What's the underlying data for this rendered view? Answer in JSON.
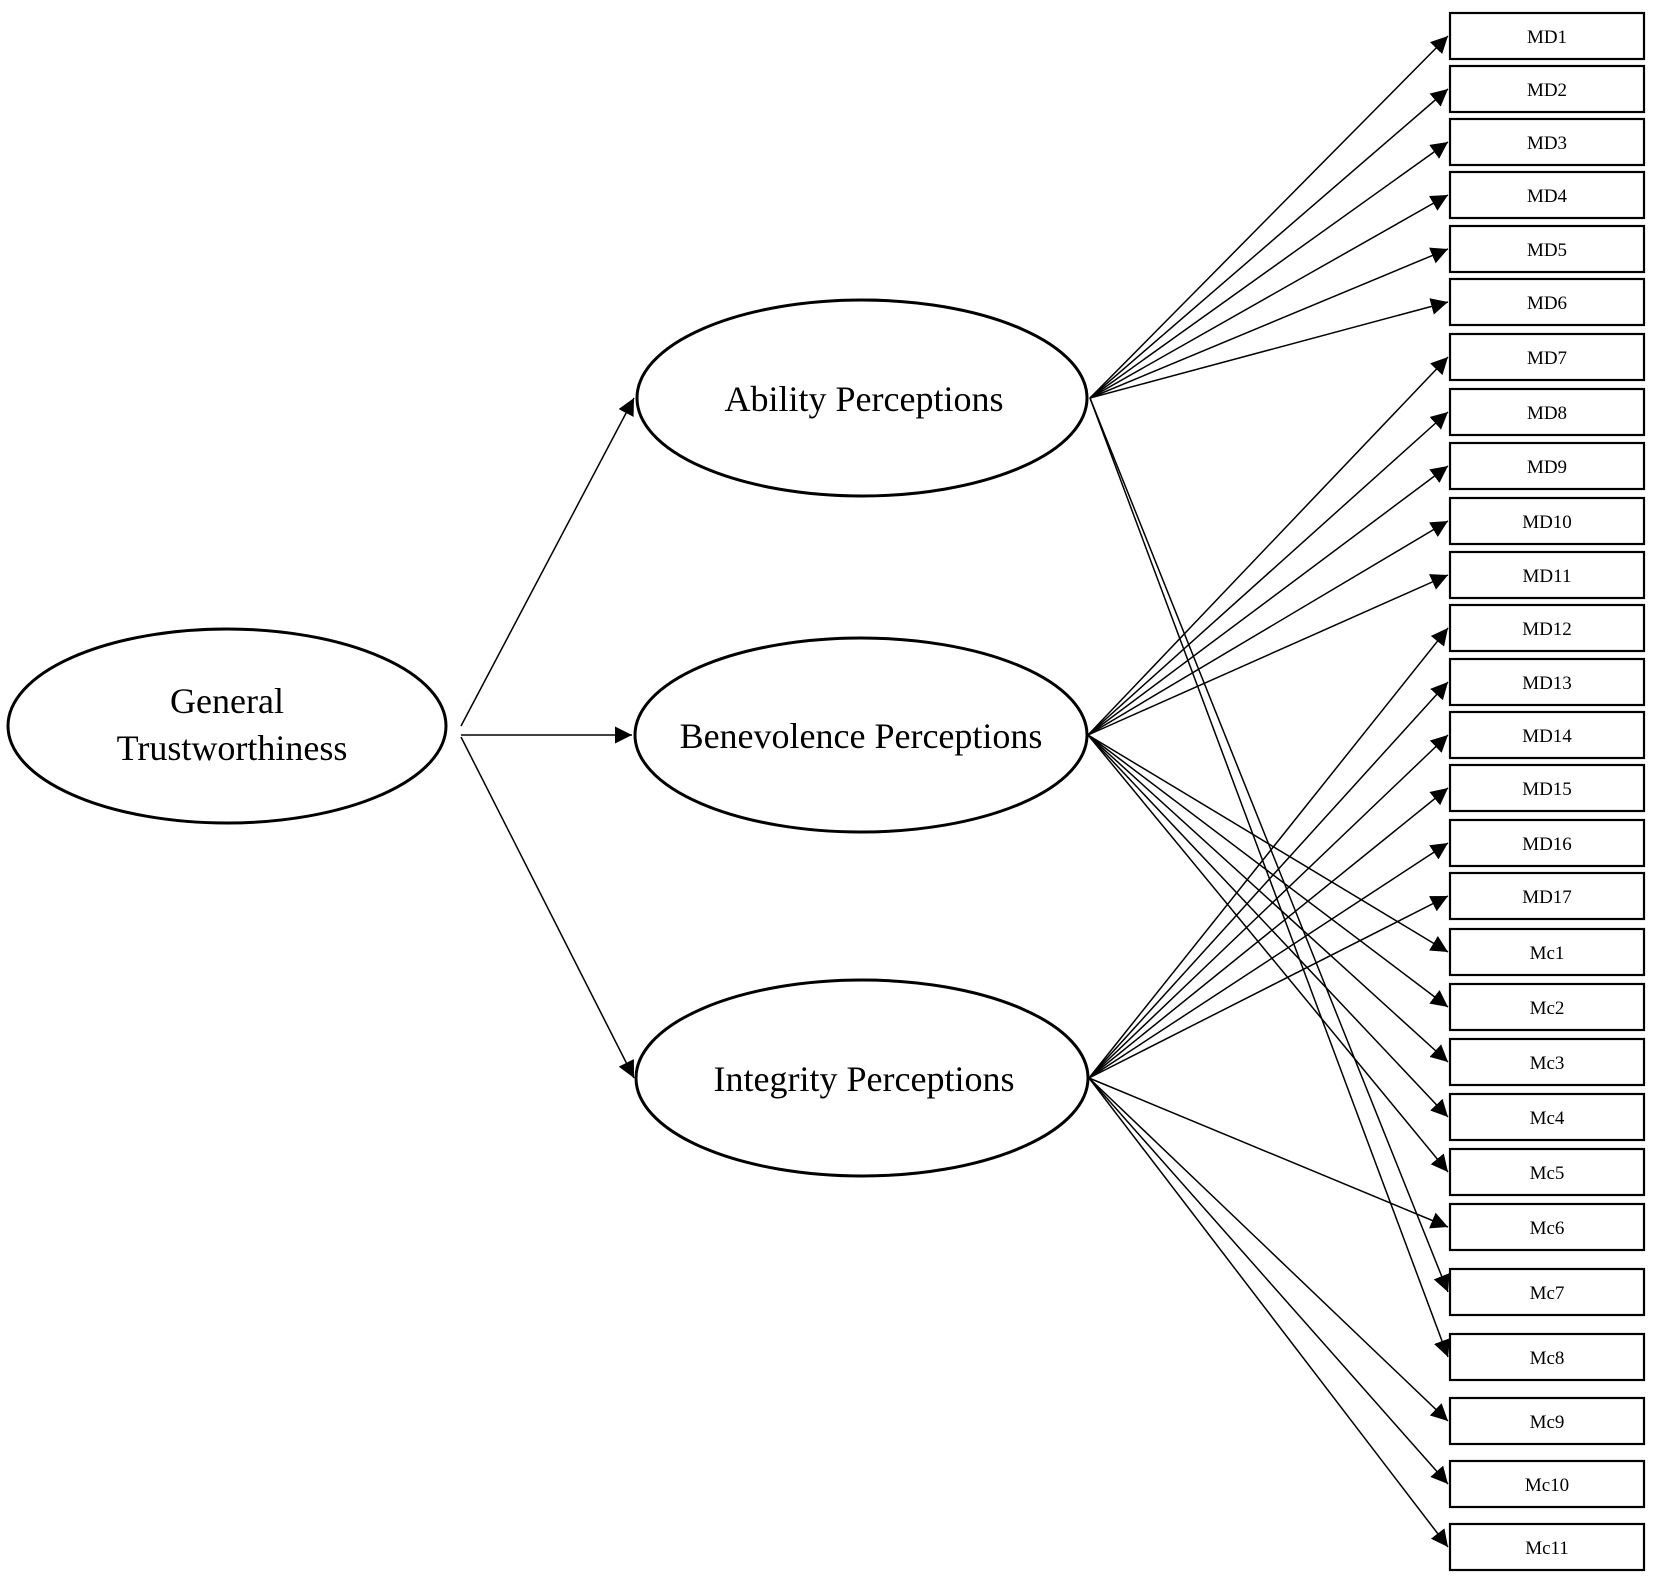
{
  "root": {
    "id": "general",
    "lines": [
      "General",
      "Trustworthiness"
    ]
  },
  "factors": [
    {
      "id": "ability",
      "label": "Ability Perceptions"
    },
    {
      "id": "benevolence",
      "label": "Benevolence Perceptions"
    },
    {
      "id": "integrity",
      "label": "Integrity Perceptions"
    }
  ],
  "items": [
    "MD1",
    "MD2",
    "MD3",
    "MD4",
    "MD5",
    "MD6",
    "MD7",
    "MD8",
    "MD9",
    "MD10",
    "MD11",
    "MD12",
    "MD13",
    "MD14",
    "MD15",
    "MD16",
    "MD17",
    "Mc1",
    "Mc2",
    "Mc3",
    "Mc4",
    "Mc5",
    "Mc6",
    "Mc7",
    "Mc8",
    "Mc9",
    "Mc10",
    "Mc11"
  ],
  "paths": [
    {
      "from": "general",
      "to": "ability"
    },
    {
      "from": "general",
      "to": "benevolence"
    },
    {
      "from": "general",
      "to": "integrity"
    },
    {
      "from": "ability",
      "to": [
        "MD1",
        "MD2",
        "MD3",
        "MD4",
        "MD5",
        "MD6",
        "Mc7",
        "Mc8"
      ]
    },
    {
      "from": "benevolence",
      "to": [
        "MD7",
        "MD8",
        "MD9",
        "MD10",
        "MD11",
        "Mc1",
        "Mc2",
        "Mc3",
        "Mc4",
        "Mc5"
      ]
    },
    {
      "from": "integrity",
      "to": [
        "MD12",
        "MD13",
        "MD14",
        "MD15",
        "MD16",
        "MD17",
        "Mc6",
        "Mc9",
        "Mc10",
        "Mc11"
      ]
    }
  ]
}
